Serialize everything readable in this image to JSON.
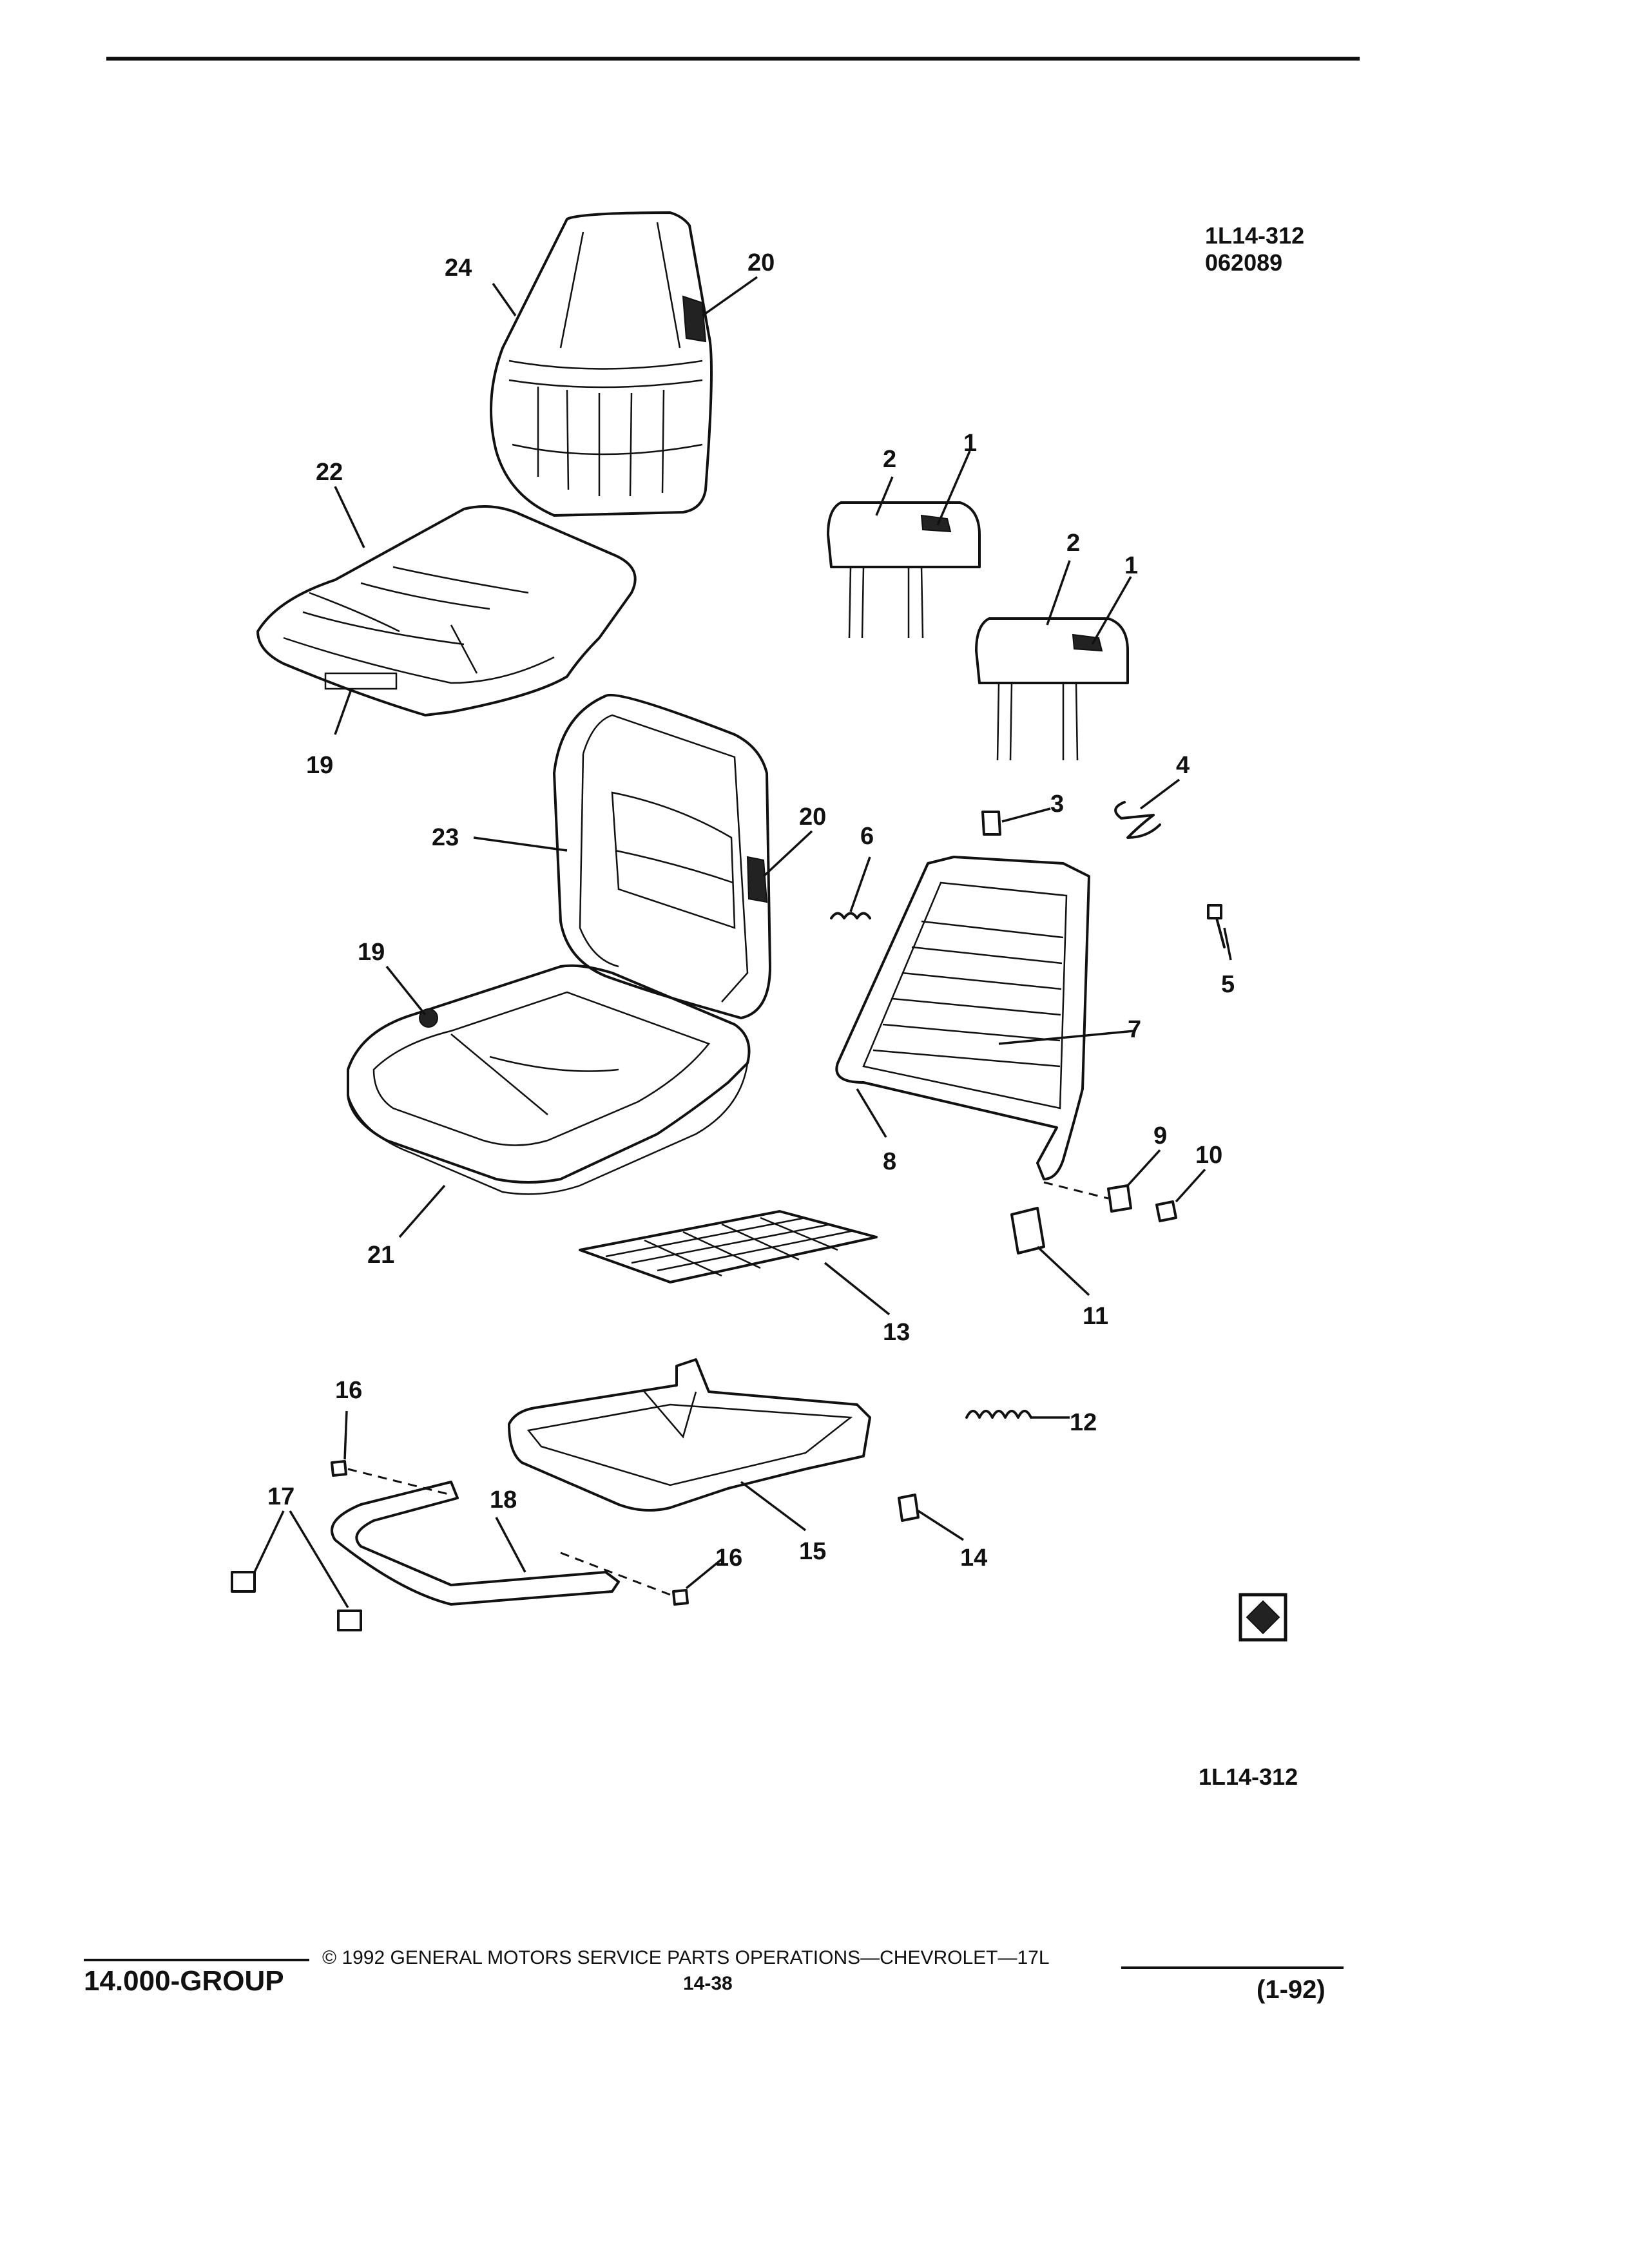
{
  "diagram": {
    "code_top": "1L14-312",
    "date_code": "062089",
    "code_bottom": "1L14-312",
    "callouts": {
      "c1a": "1",
      "c1b": "1",
      "c2a": "2",
      "c2b": "2",
      "c3": "3",
      "c4": "4",
      "c5": "5",
      "c6": "6",
      "c7": "7",
      "c8": "8",
      "c9": "9",
      "c10": "10",
      "c11": "11",
      "c12": "12",
      "c13": "13",
      "c14": "14",
      "c15": "15",
      "c16a": "16",
      "c16b": "16",
      "c17": "17",
      "c18": "18",
      "c19a": "19",
      "c19b": "19",
      "c20a": "20",
      "c20b": "20",
      "c21": "21",
      "c22": "22",
      "c23": "23",
      "c24": "24"
    }
  },
  "footer": {
    "group": "14.000-GROUP",
    "copyright": "© 1992 GENERAL MOTORS SERVICE PARTS OPERATIONS—CHEVROLET—17L",
    "page_number": "14-38",
    "revision": "(1-92)"
  }
}
